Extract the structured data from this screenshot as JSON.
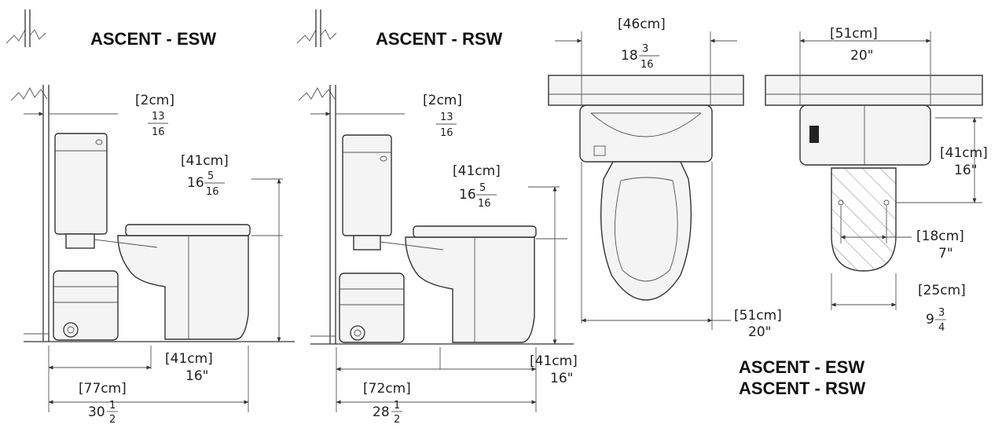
{
  "titles": {
    "side_esw": "ASCENT - ESW",
    "side_rsw": "ASCENT - RSW",
    "top_line1": "ASCENT - ESW",
    "top_line2": "ASCENT - RSW"
  },
  "esw_side": {
    "wall_gap_cm": "[2cm]",
    "wall_gap_in_num": "13",
    "wall_gap_in_den": "16",
    "height_cm": "[41cm]",
    "height_in_whole": "16",
    "height_in_num": "5",
    "height_in_den": "16",
    "rough_cm": "[41cm]",
    "rough_in": "16\"",
    "depth_cm": "[77cm]",
    "depth_in_whole": "30",
    "depth_in_num": "1",
    "depth_in_den": "2"
  },
  "rsw_side": {
    "wall_gap_cm": "[2cm]",
    "wall_gap_in_num": "13",
    "wall_gap_in_den": "16",
    "height_cm": "[41cm]",
    "height_in_whole": "16",
    "height_in_num": "5",
    "height_in_den": "16",
    "rough_cm": "[41cm]",
    "rough_in": "16\"",
    "depth_cm": "[72cm]",
    "depth_in_whole": "28",
    "depth_in_num": "1",
    "depth_in_den": "2"
  },
  "top_view": {
    "width_cm": "[46cm]",
    "width_in_whole": "18",
    "width_in_num": "3",
    "width_in_den": "16",
    "bottom_cm": "[51cm]",
    "bottom_in": "20\""
  },
  "footprint_view": {
    "width_cm": "[51cm]",
    "width_in": "20\"",
    "depth_cm": "[41cm]",
    "depth_in": "16\"",
    "bolt_cm": "[18cm]",
    "bolt_in": "7\"",
    "base_cm": "[25cm]",
    "base_in_whole": "9",
    "base_in_num": "3",
    "base_in_den": "4"
  }
}
